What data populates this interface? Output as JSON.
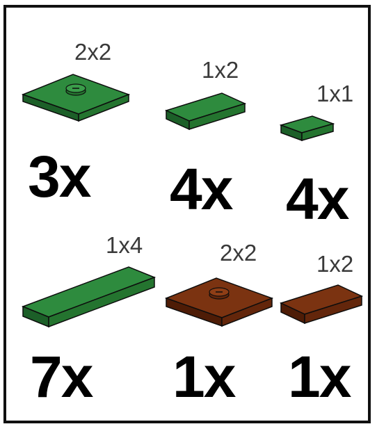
{
  "colors": {
    "green_top": "#2e8b3e",
    "green_side": "#1c5f28",
    "brown_top": "#7b3311",
    "brown_side": "#4e1c06",
    "outline": "#0d0d0d"
  },
  "items": [
    {
      "size": "2x2",
      "count": "3x",
      "color": "green",
      "stud": true
    },
    {
      "size": "1x2",
      "count": "4x",
      "color": "green",
      "stud": false
    },
    {
      "size": "1x1",
      "count": "4x",
      "color": "green",
      "stud": false
    },
    {
      "size": "1x4",
      "count": "7x",
      "color": "green",
      "stud": false
    },
    {
      "size": "2x2",
      "count": "1x",
      "color": "brown",
      "stud": true
    },
    {
      "size": "1x2",
      "count": "1x",
      "color": "brown",
      "stud": false
    }
  ]
}
